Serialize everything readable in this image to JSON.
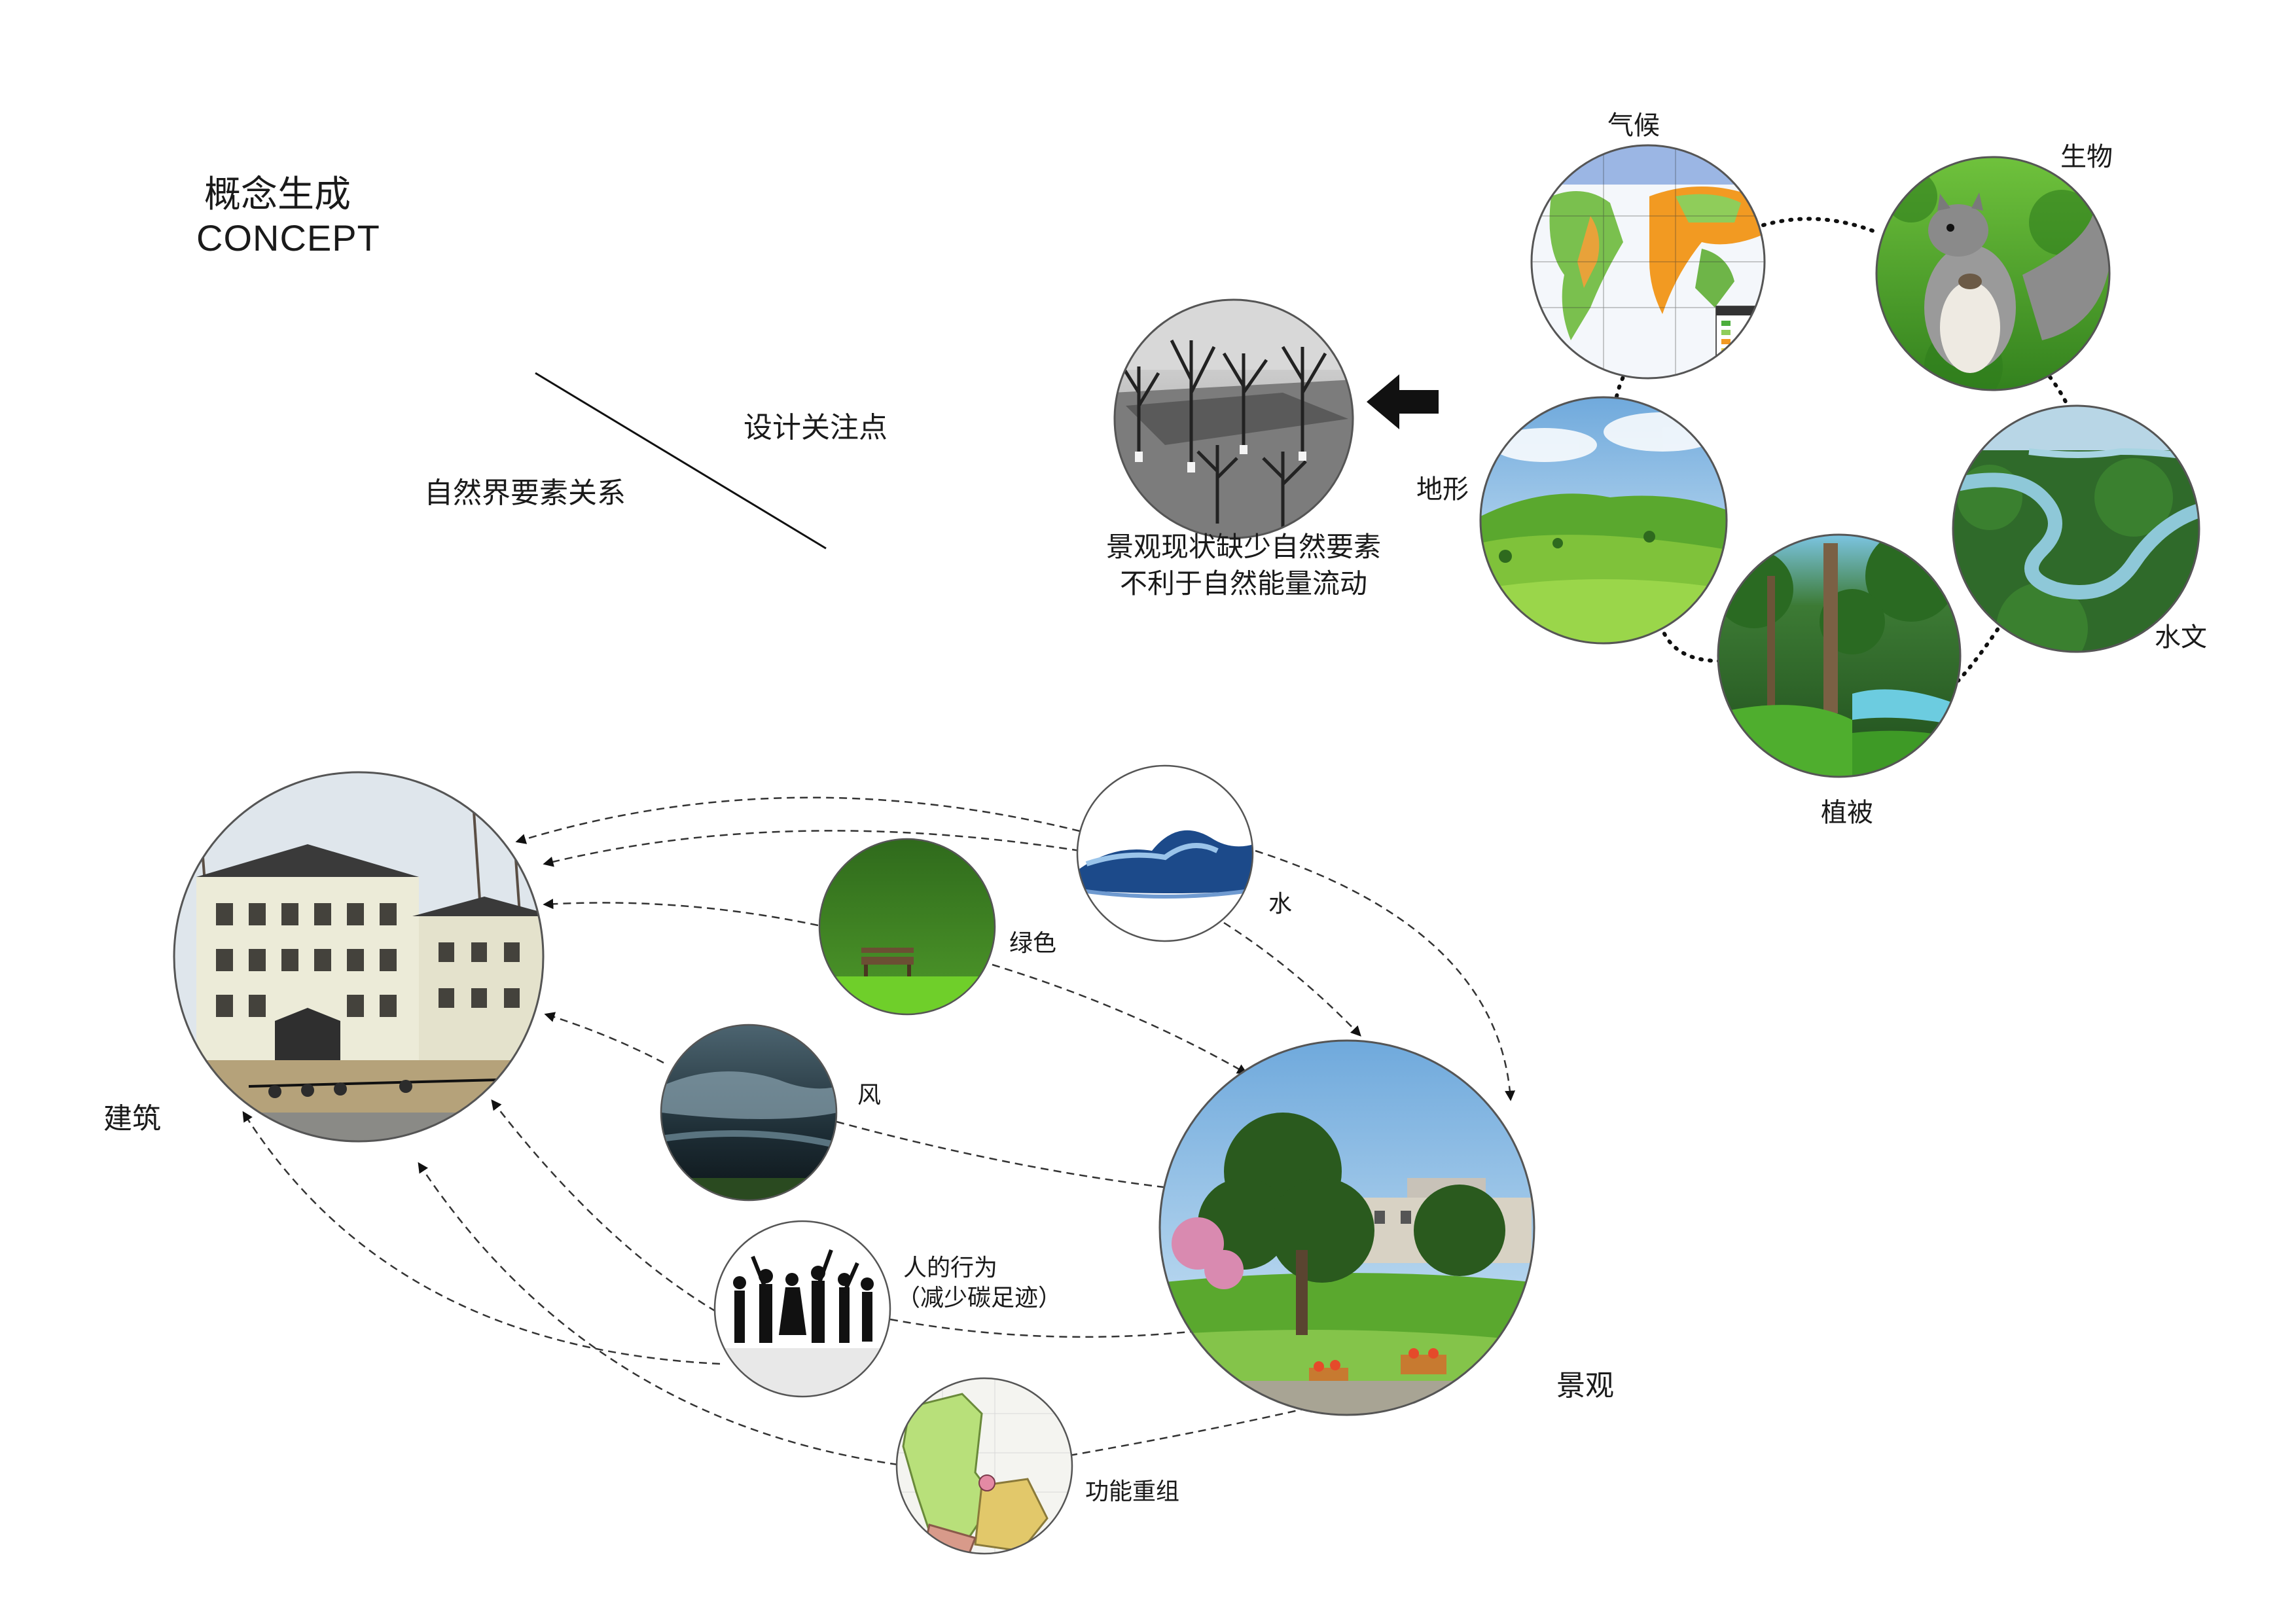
{
  "header": {
    "title_cn": "概念生成",
    "title_en": "CONCEPT",
    "focus_label": "设计关注点",
    "relation_label": "自然界要素关系"
  },
  "current_state": {
    "caption_line1": "景观现状缺少自然要素",
    "caption_line2": "不利于自然能量流动"
  },
  "natural_elements": {
    "climate": "气候",
    "biology": "生物",
    "terrain": "地形",
    "hydrology": "水文",
    "vegetation": "植被"
  },
  "network": {
    "architecture": "建筑",
    "landscape": "景观",
    "water": "水",
    "green": "绿色",
    "wind": "风",
    "human_behavior_line1": "人的行为",
    "human_behavior_line2": "（减少碳足迹）",
    "function": "功能重组"
  },
  "colors": {
    "text": "#1a1a1a",
    "circle_stroke": "#555555",
    "grass_green": "#3f9a2a",
    "sky_blue": "#8ec4ea",
    "arrow_black": "#111111"
  }
}
